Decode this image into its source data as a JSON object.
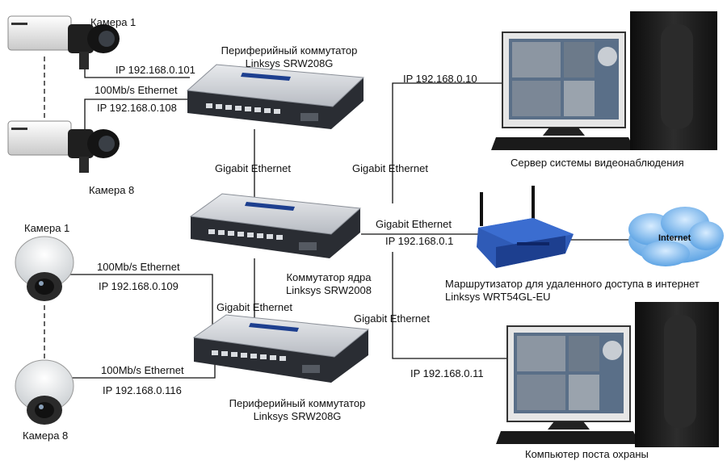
{
  "labels": {
    "cam_top_1": "Камера 1",
    "cam_top_8": "Камера 8",
    "cam_dome_1": "Камера 1",
    "cam_dome_8": "Камера 8",
    "switch_top_line1": "Периферийный коммутатор",
    "switch_top_line2": "Linksys SRW208G",
    "switch_bottom_line1": "Периферийный коммутатор",
    "switch_bottom_line2": "Linksys SRW208G",
    "core_line1": "Коммутатор ядра",
    "core_line2": "Linksys SRW2008",
    "server": "Сервер системы видеонаблюдения",
    "router_line1": "Маршрутизатор для удаленного доступа в интернет",
    "router_line2": "Linksys WRT54GL-EU",
    "guard_pc": "Компьютер поста охраны",
    "cloud": "Internet",
    "ip_101": "IP 192.168.0.101",
    "eth_100_top": "100Mb/s Ethernet",
    "ip_108": "IP 192.168.0.108",
    "eth_100_mid": "100Mb/s Ethernet",
    "ip_109": "IP 192.168.0.109",
    "eth_100_bottom": "100Mb/s Ethernet",
    "ip_116": "IP 192.168.0.116",
    "ip_10": "IP 192.168.0.10",
    "gig_left_top": "Gigabit Ethernet",
    "gig_right_top": "Gigabit Ethernet",
    "gig_router": "Gigabit Ethernet",
    "ip_1": "IP 192.168.0.1",
    "gig_left_bottom": "Gigabit Ethernet",
    "gig_right_bottom": "Gigabit Ethernet",
    "ip_11": "IP 192.168.0.11"
  },
  "colors": {
    "line": "#111111",
    "switch_body": "#c9ccd1",
    "switch_front": "#2a2d33",
    "router_blue": "#2f5bb7",
    "cloud_blue": "#5da9e9",
    "screen": "#5a6f88",
    "tower": "#1b1b1b"
  }
}
